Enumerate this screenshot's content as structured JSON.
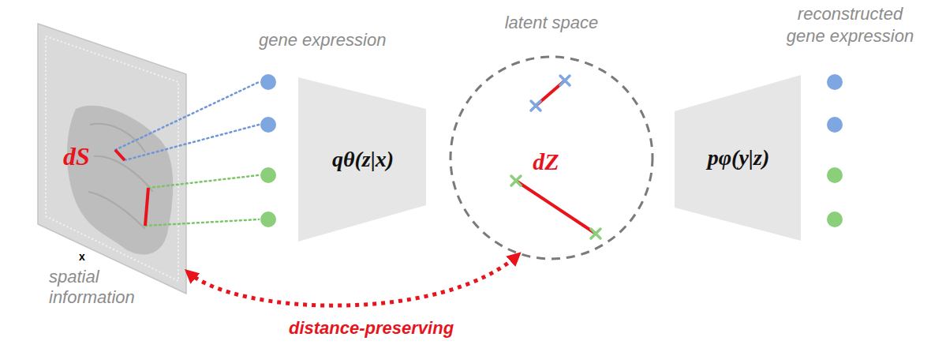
{
  "diagram": {
    "nodes": [
      {
        "text": [
          "dS",
          "spatial information"
        ]
      },
      {
        "text": [
          "qθ(z|x)"
        ]
      },
      {
        "text": [
          "latent space",
          "dZ"
        ]
      },
      {
        "text": [
          "pφ(y|z)"
        ]
      }
    ],
    "edges": [
      {
        "from": 0,
        "to": 2,
        "arrow": "both",
        "label": "distance-preserving"
      }
    ],
    "labels": [
      "gene expression",
      "reconstructed gene expression",
      "x"
    ]
  }
}
